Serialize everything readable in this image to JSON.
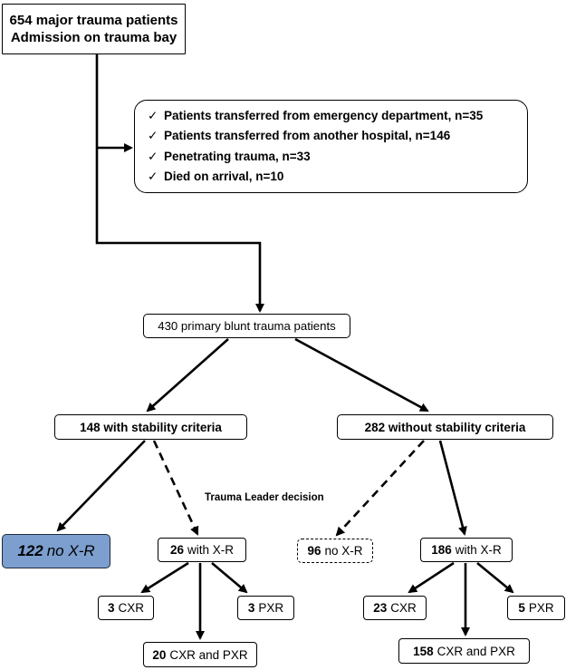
{
  "top_box": {
    "line1": "654 major trauma patients",
    "line2": "Admission on trauma bay"
  },
  "exclusions": {
    "check": "✓",
    "items": [
      "Patients transferred from emergency department, n=35",
      "Patients transferred from another hospital, n=146",
      "Penetrating trauma, n=33",
      "Died on arrival, n=10"
    ]
  },
  "primary": {
    "text": "430 primary blunt trauma patients"
  },
  "stability": {
    "text": "148 with stability criteria"
  },
  "no_stability": {
    "text": "282 without stability criteria"
  },
  "decision_label": "Trauma Leader decision",
  "left_branch": {
    "no_xr": {
      "n": "122",
      "label": "no X-R",
      "fill": "#7c9fcf"
    },
    "with_xr": {
      "n": "26",
      "label": "with X-R"
    },
    "cxr": {
      "n": "3",
      "label": "CXR"
    },
    "pxr": {
      "n": "3",
      "label": "PXR"
    },
    "both": {
      "n": "20",
      "label": "CXR and PXR"
    }
  },
  "right_branch": {
    "no_xr": {
      "n": "96",
      "label": "no X-R"
    },
    "with_xr": {
      "n": "186",
      "label": "with X-R"
    },
    "cxr": {
      "n": "23",
      "label": "CXR"
    },
    "pxr": {
      "n": "5",
      "label": "PXR"
    },
    "both": {
      "n": "158",
      "label": "CXR and PXR"
    }
  }
}
